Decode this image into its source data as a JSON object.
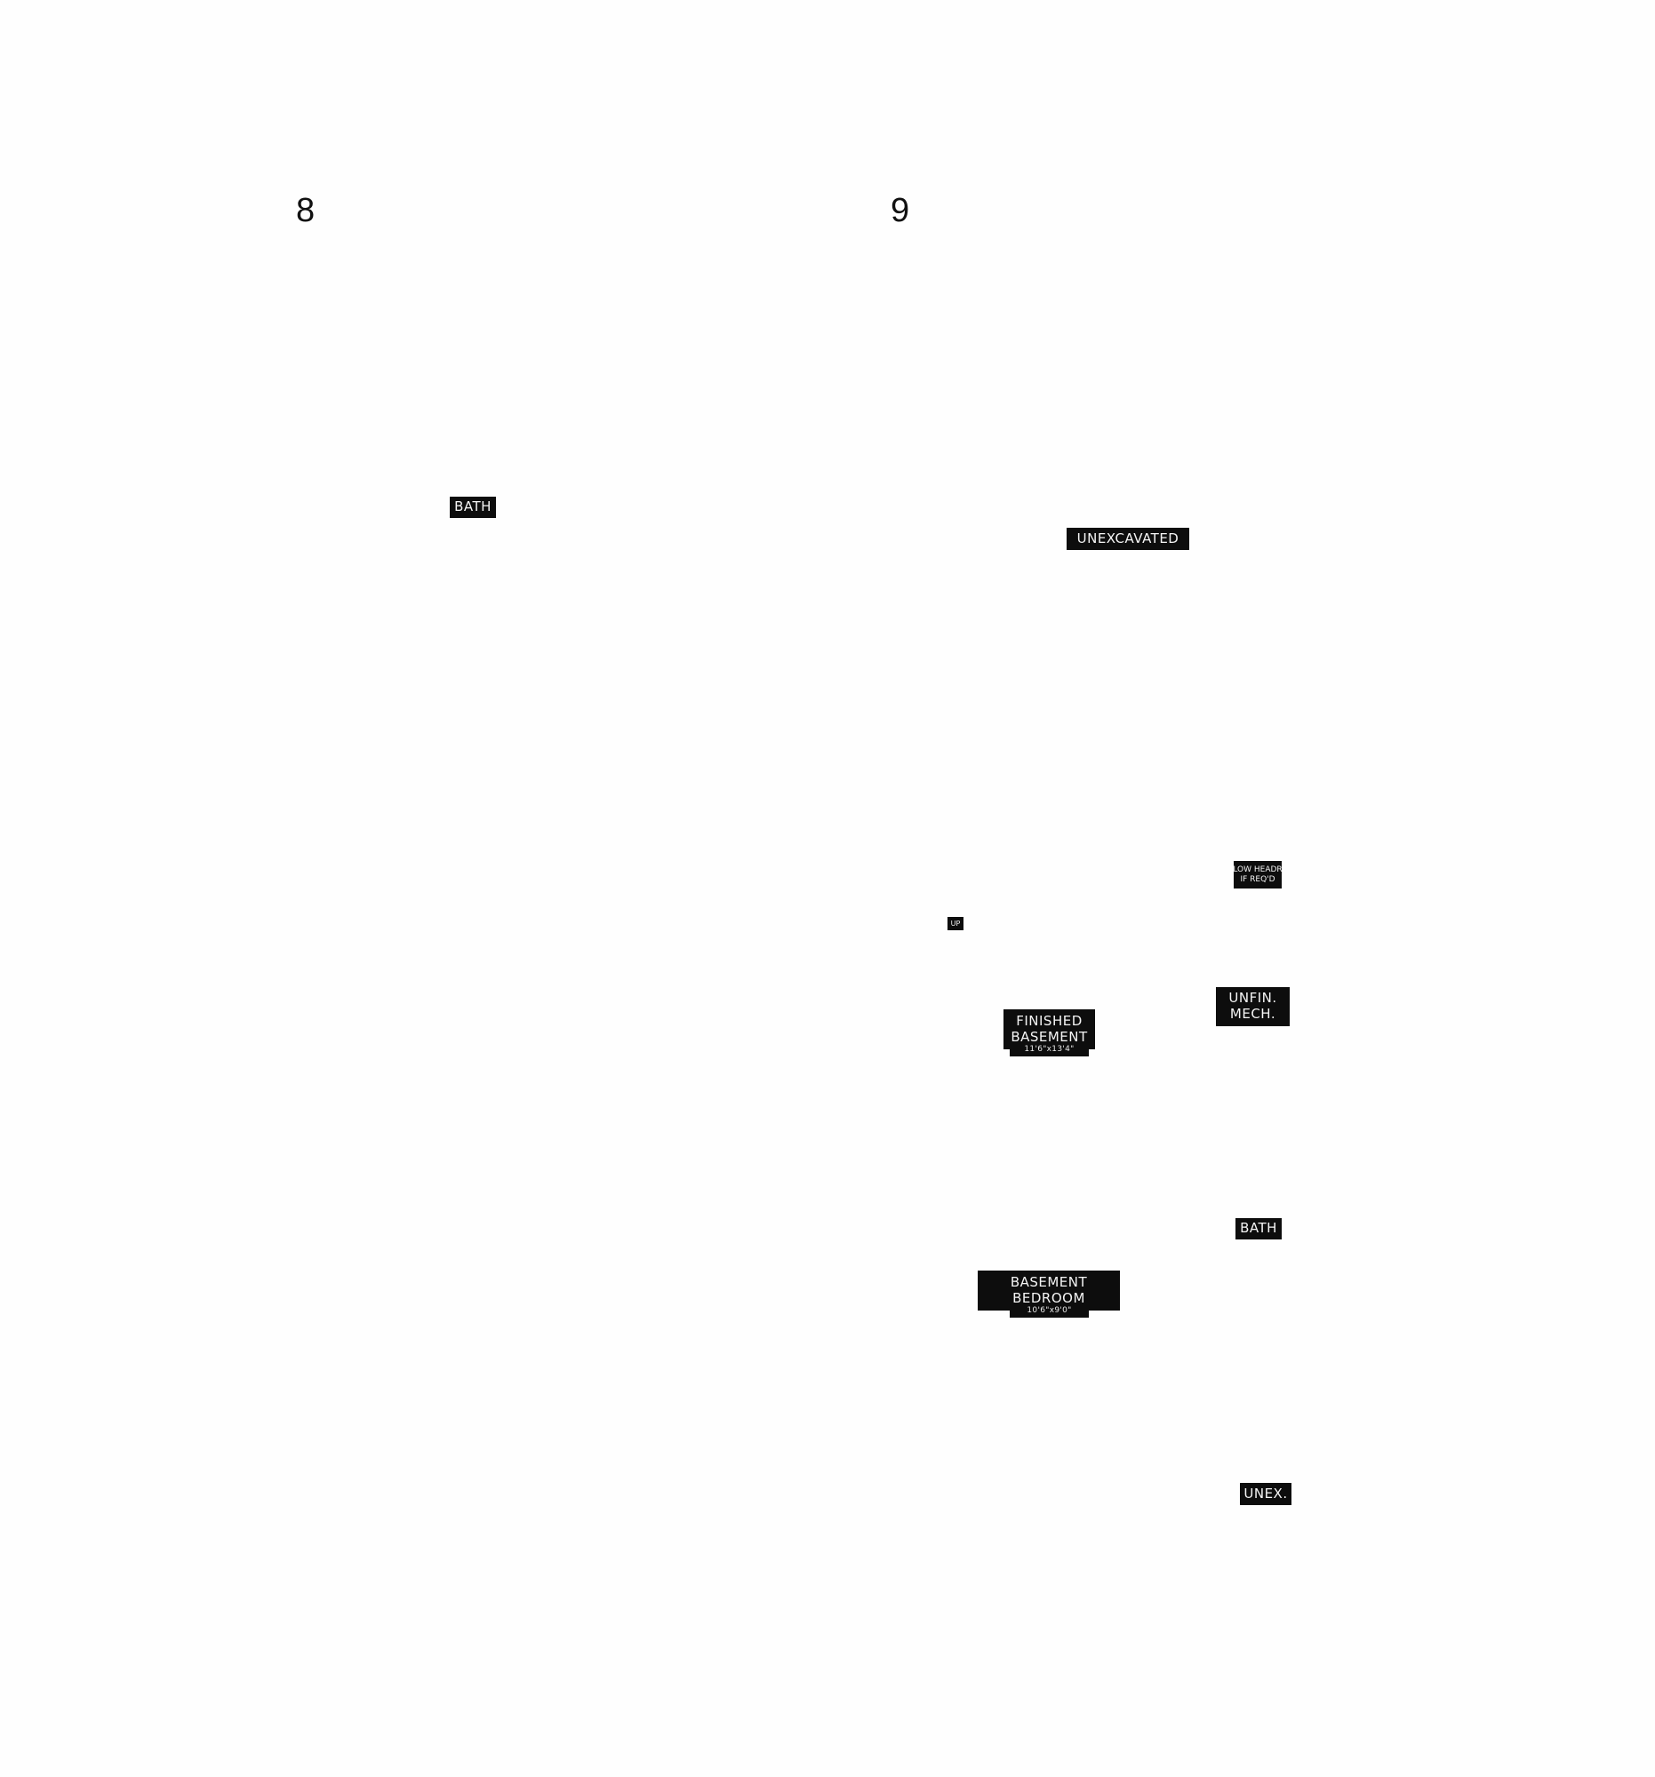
{
  "pages": {
    "left_number": "8",
    "right_number": "9"
  },
  "plan_8": {
    "bath_label": "BATH"
  },
  "plan_9": {
    "unexcavated_label": "UNEXCAVATED",
    "low_headroom_line1": "LOW HEADR",
    "low_headroom_line2": "IF REQ'D",
    "stairs_up_label": "UP",
    "unfin_mech_line1": "UNFIN.",
    "unfin_mech_line2": "MECH.",
    "finished_basement_line1": "FINISHED",
    "finished_basement_line2": "BASEMENT",
    "finished_basement_dims": "11'6\"x13'4\"",
    "bath_label": "BATH",
    "basement_bedroom_line1": "BASEMENT",
    "basement_bedroom_line2": "BEDROOM",
    "basement_bedroom_dims": "10'6\"x9'0\"",
    "unex_label": "UNEX."
  },
  "colors": {
    "tag_background": "#0d0d0d",
    "tag_text": "#f5f5f5",
    "page_background": "#fefefe"
  }
}
